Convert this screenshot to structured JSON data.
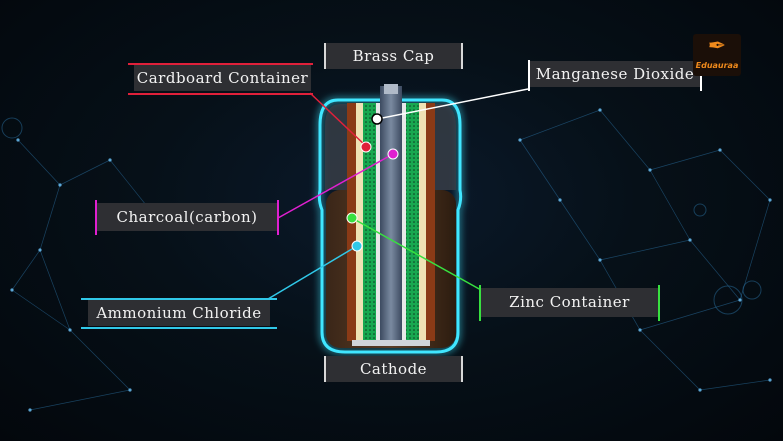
{
  "labels": {
    "brass_cap": "Brass Cap",
    "cardboard_container": "Cardboard Container",
    "manganese_dioxide": "Manganese Dioxide",
    "charcoal": "Charcoal(carbon)",
    "ammonium_chloride": "Ammonium Chloride",
    "zinc_container": "Zinc Container",
    "cathode": "Cathode"
  },
  "logo": {
    "text": "Eduauraa",
    "icon": "eduauraa-logo-icon"
  },
  "colors": {
    "cardboard": "#e0203a",
    "manganese": "#ffffff",
    "charcoal": "#e020d0",
    "ammonium": "#30c8e8",
    "zinc": "#38e040",
    "glow": "#3fe6ff",
    "label_bg": "#2e2f33"
  }
}
